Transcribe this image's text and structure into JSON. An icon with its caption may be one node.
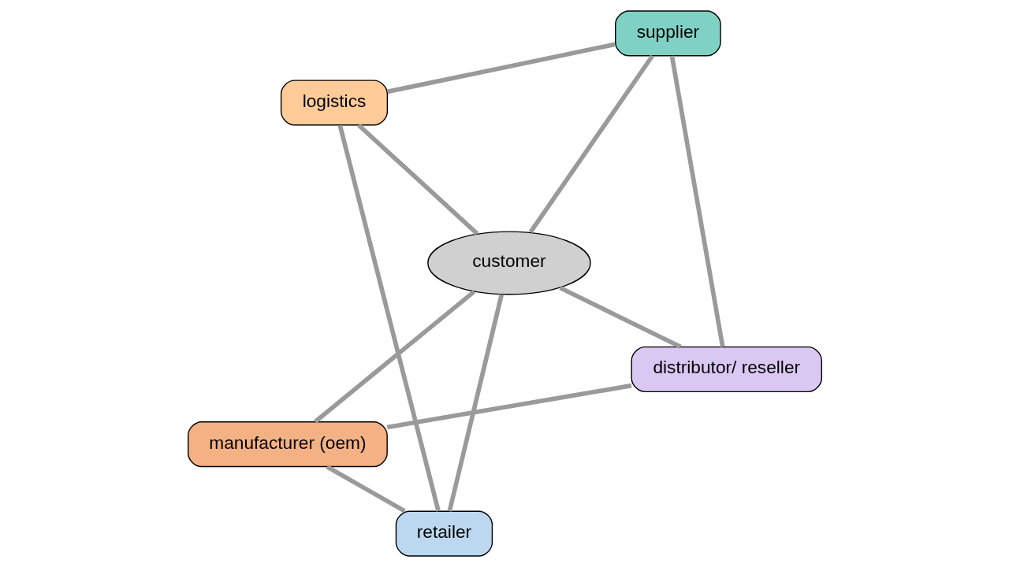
{
  "diagram": {
    "nodes": [
      {
        "text": [
          "manufacturer (oem)"
        ]
      },
      {
        "text": [
          "distributor/ reseller"
        ]
      },
      {
        "text": [
          "retailer"
        ]
      },
      {
        "text": [
          "customer"
        ]
      },
      {
        "text": [
          "supplier"
        ]
      },
      {
        "text": [
          "logistics"
        ]
      }
    ],
    "edges": [
      {
        "from": 0,
        "to": 2,
        "arrow": "none"
      },
      {
        "from": 2,
        "to": 5,
        "arrow": "none"
      },
      {
        "from": 5,
        "to": 4,
        "arrow": "none"
      },
      {
        "from": 4,
        "to": 1,
        "arrow": "none"
      },
      {
        "from": 1,
        "to": 0,
        "arrow": "none"
      },
      {
        "from": 3,
        "to": 0,
        "arrow": "none"
      },
      {
        "from": 3,
        "to": 1,
        "arrow": "none"
      },
      {
        "from": 3,
        "to": 2,
        "arrow": "none"
      },
      {
        "from": 3,
        "to": 4,
        "arrow": "none"
      },
      {
        "from": 3,
        "to": 5,
        "arrow": "none"
      }
    ]
  }
}
